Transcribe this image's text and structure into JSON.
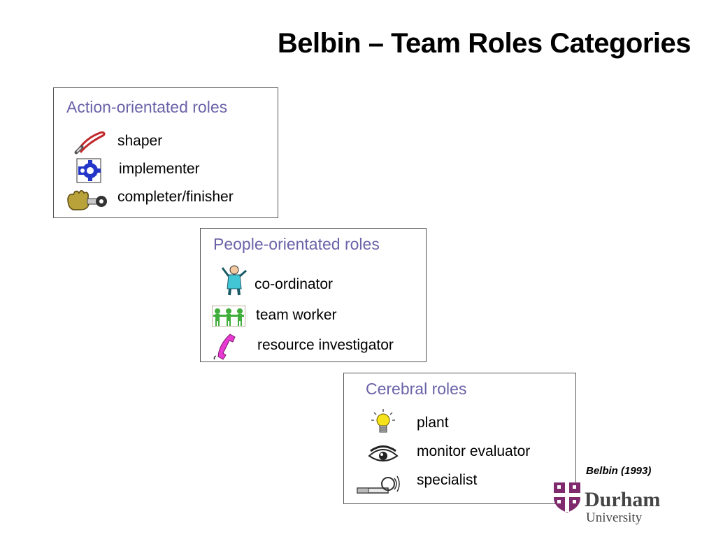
{
  "slide": {
    "title": "Belbin – Team Roles Categories",
    "citation": "Belbin (1993)"
  },
  "colors": {
    "heading": "#6b63a8",
    "durham_purple": "#7e2a6c"
  },
  "groups": [
    {
      "heading": "Action-orientated roles",
      "roles": [
        {
          "label": "shaper",
          "icon": "whip-icon"
        },
        {
          "label": "implementer",
          "icon": "gear-icon"
        },
        {
          "label": "completer/finisher",
          "icon": "hand-wrench-icon"
        }
      ]
    },
    {
      "heading": "People-orientated roles",
      "roles": [
        {
          "label": "co-ordinator",
          "icon": "conductor-icon"
        },
        {
          "label": "team worker",
          "icon": "people-chain-icon"
        },
        {
          "label": "resource investigator",
          "icon": "telephone-icon"
        }
      ]
    },
    {
      "heading": "Cerebral roles",
      "roles": [
        {
          "label": "plant",
          "icon": "lightbulb-icon"
        },
        {
          "label": "monitor evaluator",
          "icon": "eye-icon"
        },
        {
          "label": "specialist",
          "icon": "spanner-icon"
        }
      ]
    }
  ],
  "logo": {
    "line1": "Durham",
    "line2": "University"
  }
}
